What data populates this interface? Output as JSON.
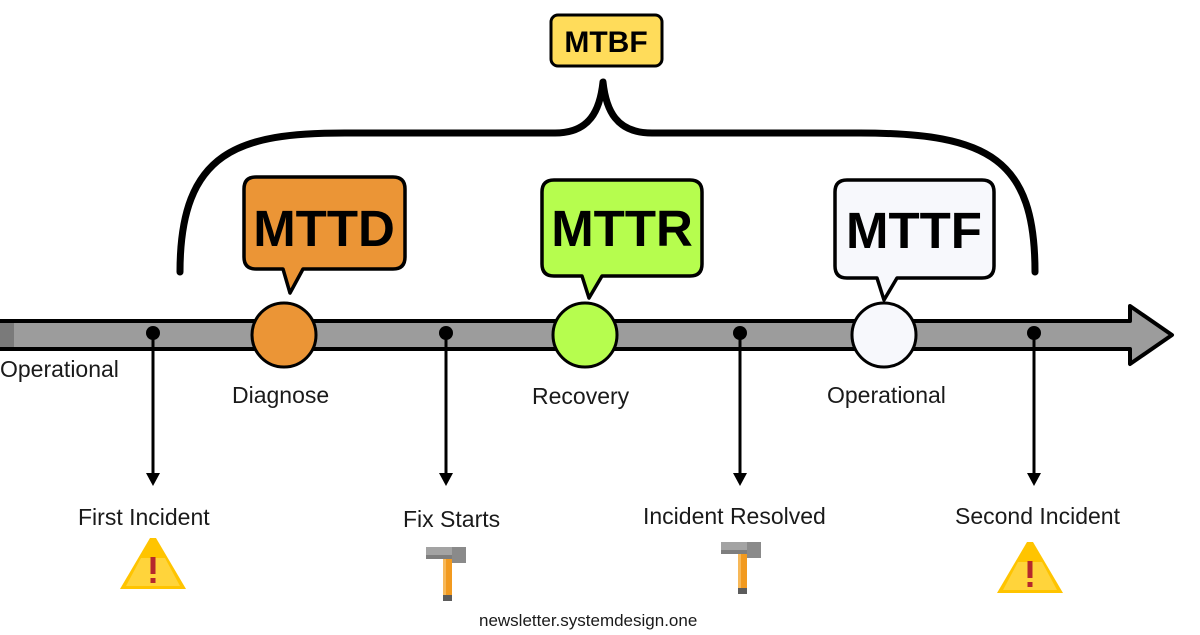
{
  "title_badge": {
    "text": "MTBF",
    "fill": "#FFDC5A"
  },
  "metrics": [
    {
      "key": "mttd",
      "text": "MTTD",
      "fill": "#EB9536"
    },
    {
      "key": "mttr",
      "text": "MTTR",
      "fill": "#B6FD4E"
    },
    {
      "key": "mttf",
      "text": "MTTF",
      "fill": "#F7F8FC"
    }
  ],
  "phases": [
    {
      "label": "Operational"
    },
    {
      "label": "Diagnose",
      "color": "#EB9536"
    },
    {
      "label": "Recovery",
      "color": "#B6FD4E"
    },
    {
      "label": "Operational",
      "color": "#F7F8FC"
    }
  ],
  "events": [
    {
      "label": "First Incident",
      "icon": "warning-icon"
    },
    {
      "label": "Fix Starts",
      "icon": "hammer-icon"
    },
    {
      "label": "Incident Resolved",
      "icon": "hammer-icon"
    },
    {
      "label": "Second Incident",
      "icon": "warning-icon"
    }
  ],
  "footer": {
    "text": "newsletter.systemdesign.one"
  },
  "colors": {
    "line": "#000000",
    "timeline": "#9c9c9c",
    "warning": "#FFC400",
    "warning_mark": "#B5282C",
    "hammer_handle": "#F29A1F",
    "hammer_head": "#8a8a8a"
  }
}
